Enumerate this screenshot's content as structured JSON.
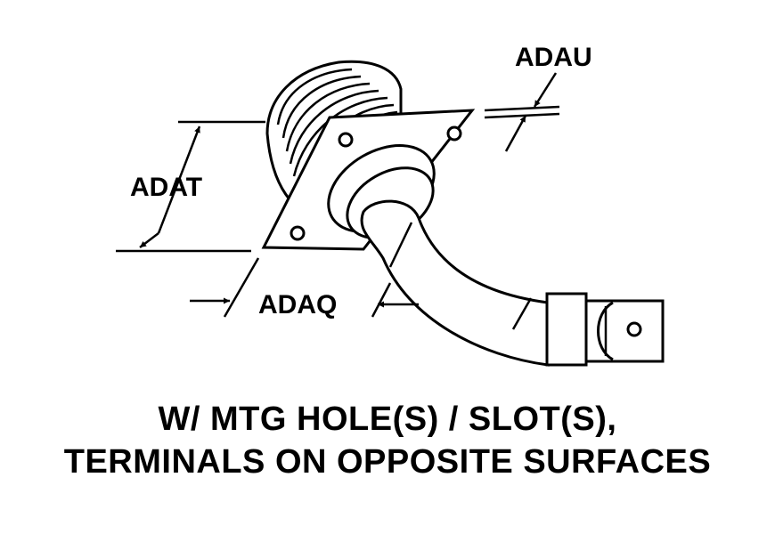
{
  "dimensions": {
    "adau": "ADAU",
    "adat": "ADAT",
    "adaq": "ADAQ"
  },
  "caption": {
    "line1": "W/ MTG HOLE(S) / SLOT(S),",
    "line2": "TERMINALS ON OPPOSITE SURFACES"
  },
  "colors": {
    "ink": "#000000",
    "paper": "#ffffff"
  }
}
